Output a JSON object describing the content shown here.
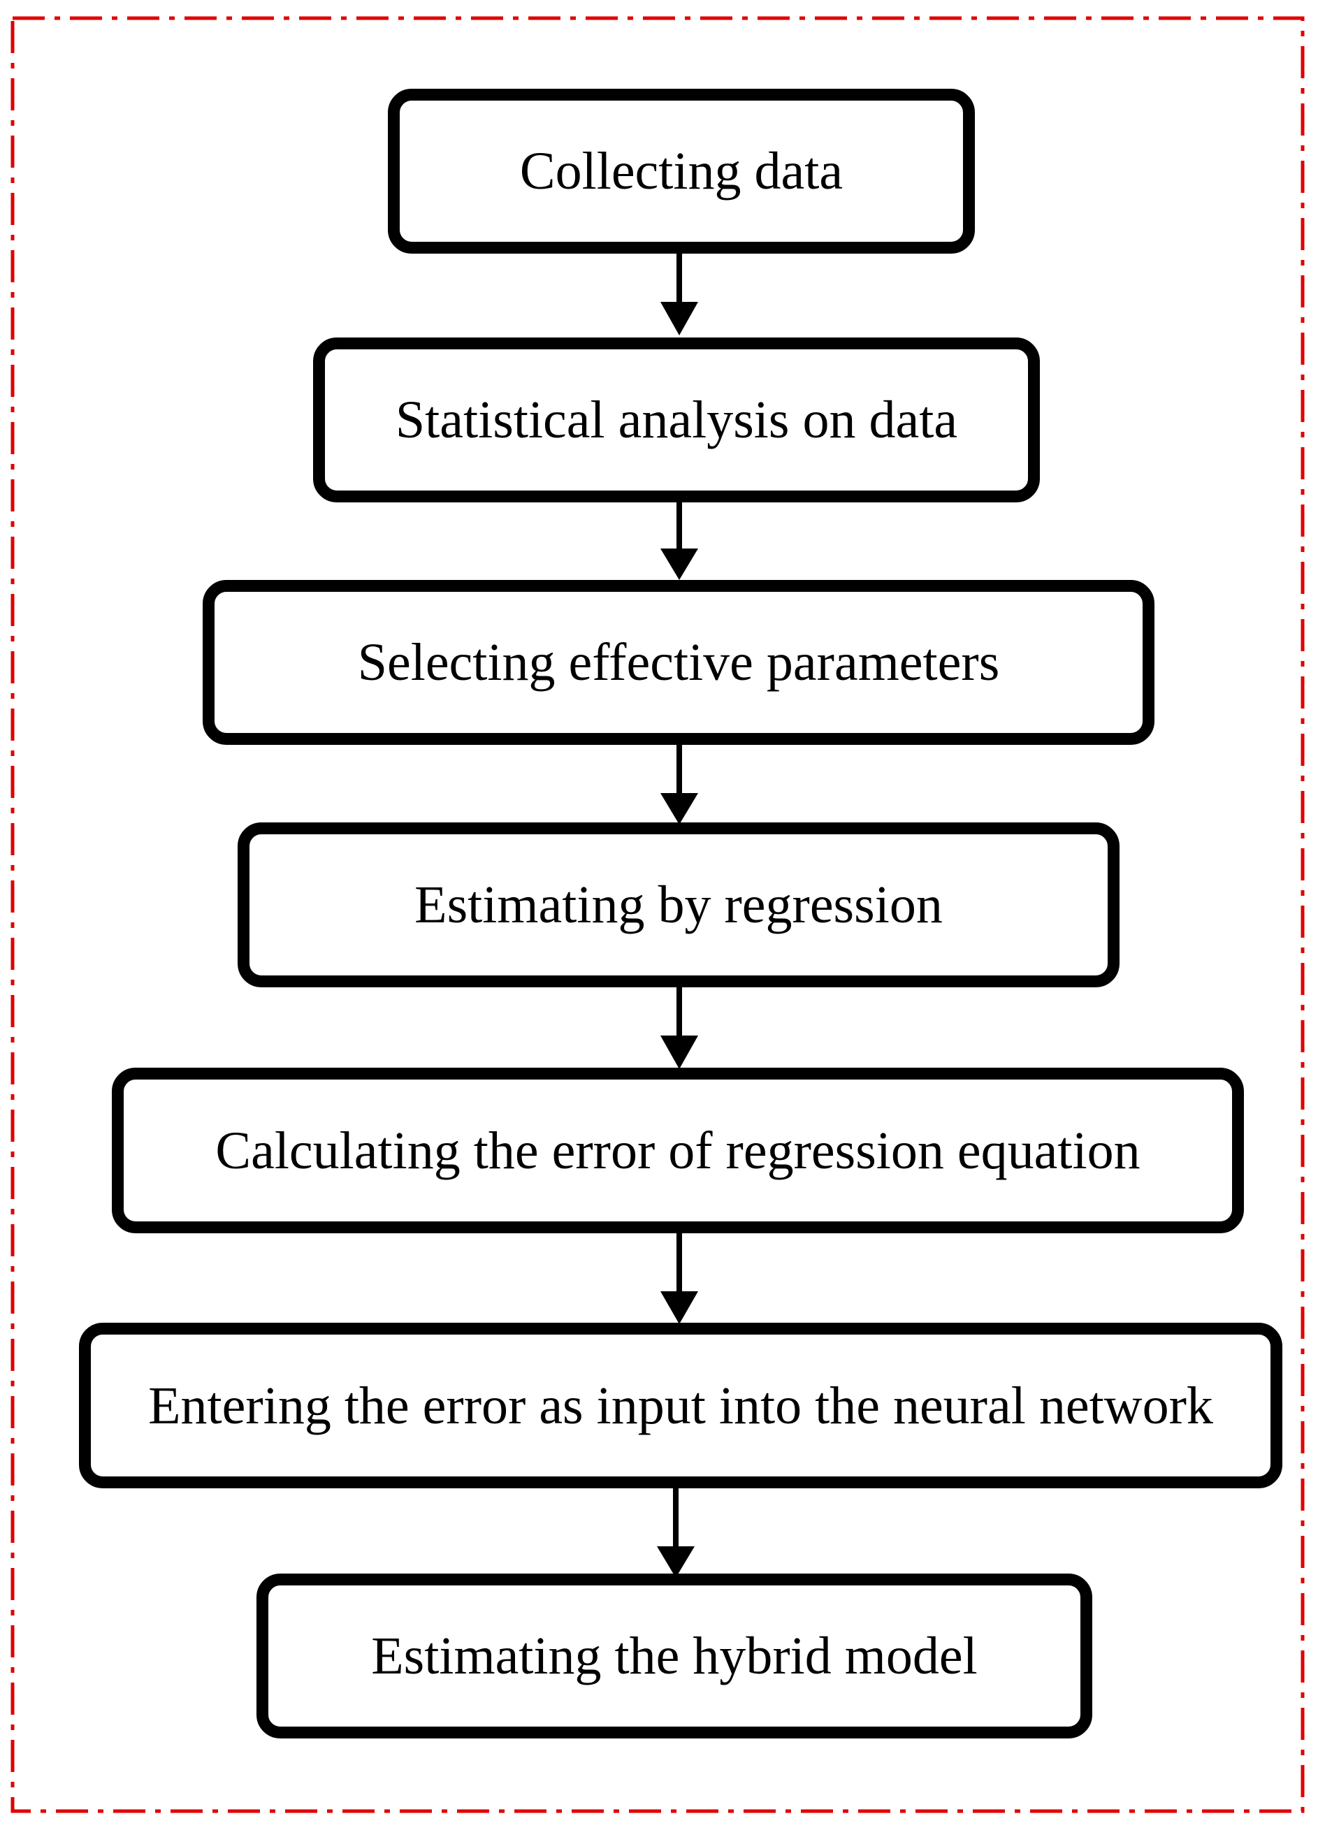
{
  "diagram": {
    "frame_color": "#e00000",
    "steps": [
      {
        "label": "Collecting data"
      },
      {
        "label": "Statistical analysis on data"
      },
      {
        "label": "Selecting effective parameters"
      },
      {
        "label": "Estimating by regression"
      },
      {
        "label": "Calculating the error of regression equation"
      },
      {
        "label": "Entering the error as input into the neural network"
      },
      {
        "label": "Estimating the hybrid model"
      }
    ]
  }
}
